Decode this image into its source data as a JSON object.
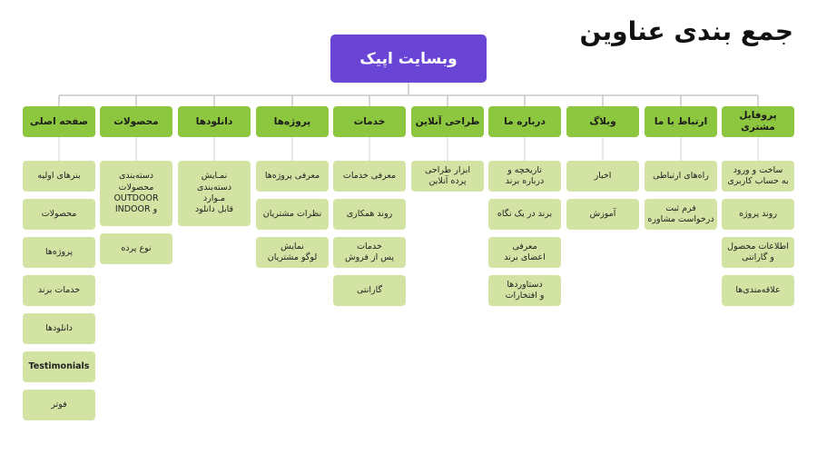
{
  "title": "جمع بندی عناوین",
  "root": "وبسایت اپیک",
  "columns": [
    {
      "name": "profile",
      "header": "پروفایل مشتری",
      "items": [
        "ساخت و ورود\nبه حساب کاربری",
        "روند پروژه",
        "اطلاعات محصول\nو گارانتی",
        "علاقه‌مندی‌ها"
      ]
    },
    {
      "name": "contact",
      "header": "ارتباط با ما",
      "items": [
        "راه‌های ارتباطی",
        "فرم ثبت\nدرخواست مشاوره"
      ]
    },
    {
      "name": "blog",
      "header": "وبلاگ",
      "items": [
        "اخبار",
        "آموزش"
      ]
    },
    {
      "name": "about",
      "header": "درباره ما",
      "items": [
        "تاریخچه و\nدرباره برند",
        "برند در یک نگاه",
        "معرفی\nاعضای برند",
        "دستاوردها\nو افتخارات"
      ]
    },
    {
      "name": "online-design",
      "header": "طراحی آنلاین",
      "items": [
        "ابزار طراحی\nپرده آنلاین"
      ]
    },
    {
      "name": "services",
      "header": "خدمات",
      "items": [
        "معرفی خدمات",
        "روند همکاری",
        "خدمات\nپس از فروش",
        "گارانتی"
      ]
    },
    {
      "name": "projects",
      "header": "پروژه‌ها",
      "items": [
        "معرفی پروژه‌ها",
        "نظرات مشتریان",
        "نمایش\nلوگو مشتریان"
      ]
    },
    {
      "name": "downloads",
      "header": "دانلودها",
      "items": [
        "نمـایش\nدسته‌بندی\nمـوارد\nقابل دانلود"
      ]
    },
    {
      "name": "products",
      "header": "محصولات",
      "items": [
        "دسته‌بندی\nمحصولات\nOUTDOOR\nو INDOOR",
        "نوع پرده"
      ]
    },
    {
      "name": "home",
      "header": "صفحه اصلی",
      "items": [
        "بنرهای اولیه",
        "محصولات",
        "پروژه‌ها",
        "خدمات برند",
        "دانلودها",
        "Testimonials",
        "فوتر"
      ]
    }
  ]
}
